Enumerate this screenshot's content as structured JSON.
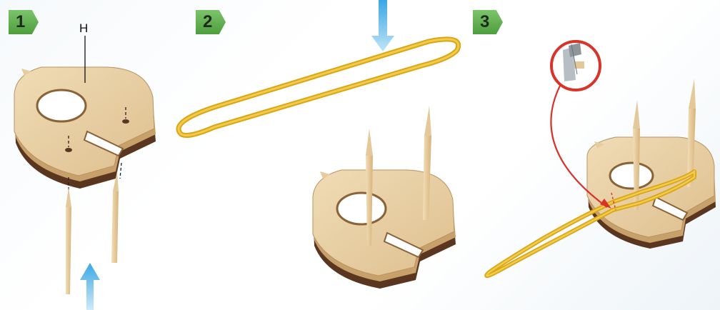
{
  "steps": [
    {
      "number": "1"
    },
    {
      "number": "2"
    },
    {
      "number": "3"
    }
  ],
  "labels": {
    "part_h": "H"
  },
  "colors": {
    "badge_green": "#5aaa48",
    "wood_light": "#e9cfa3",
    "wood_dark": "#5a3621",
    "rubber_band": "#e6b21e",
    "arrow_blue": "#5bb8e8",
    "callout_red": "#d8342a"
  }
}
